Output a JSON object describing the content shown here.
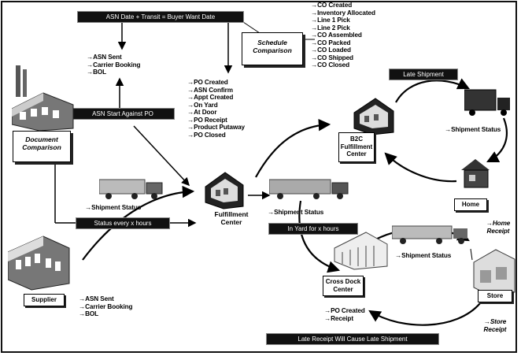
{
  "banners": {
    "asn_date": "ASN Date + Transit = Buyer Want Date",
    "asn_start": "ASN Start Against PO",
    "status_every": "Status every x hours",
    "in_yard": "In Yard for x hours",
    "late_shipment": "Late Shipment",
    "late_receipt": "Late Receipt Will Cause Late Shipment"
  },
  "boxes": {
    "document_comparison": "Document Comparison",
    "schedule_comparison": "Schedule Comparison"
  },
  "nodes": {
    "fulfillment_center": "Fulfillment Center",
    "b2c_center": "B2C Fulfillment Center",
    "home": "Home",
    "supplier": "Supplier",
    "cross_dock": "Cross Dock Center",
    "store": "Store"
  },
  "lists": {
    "co_steps": [
      "→CO Created",
      "→Inventory Allocated",
      "→Line 1 Pick",
      "→Line 2 Pick",
      "→CO Assembled",
      "→CO Packed",
      "→CO Loaded",
      "→CO Shipped",
      "→CO Closed"
    ],
    "asn_top": [
      "→ASN Sent",
      "→Carrier Booking",
      "→BOL"
    ],
    "po_steps": [
      "→PO Created",
      "→ASN Confirm",
      "→Appt Created",
      "→On Yard",
      "→At Door",
      "→PO Receipt",
      "→Product Putaway",
      "→PO Closed"
    ],
    "asn_bottom": [
      "→ASN Sent",
      "→Carrier Booking",
      "→BOL"
    ],
    "po_receipt": [
      "→PO Created",
      "→Receipt"
    ]
  },
  "labels": {
    "shipment_status_b2c": "→Shipment Status",
    "shipment_status_left": "→Shipment Status",
    "shipment_status_mid": "→Shipment Status",
    "shipment_status_cross": "→Shipment Status",
    "home_receipt": "→Home Receipt",
    "store_receipt": "→Store Receipt"
  }
}
